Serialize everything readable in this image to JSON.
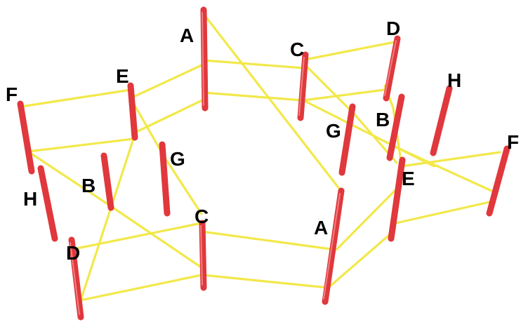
{
  "colors": {
    "background": "#ffffff",
    "post": "#e0383c",
    "post_shade": "#b8262b",
    "post_highlight": "#f5a0a0",
    "connector": "#f2e84a"
  },
  "labels": {
    "a_top": "A",
    "c_top": "C",
    "d_top": "D",
    "e_top": "E",
    "f_left": "F",
    "h_right": "H",
    "b_right": "B",
    "g_right": "G",
    "f_right": "F",
    "e_right": "E",
    "g_left": "G",
    "h_left": "H",
    "b_left": "B",
    "c_bottom": "C",
    "a_bottom": "A",
    "d_bottom": "D"
  }
}
